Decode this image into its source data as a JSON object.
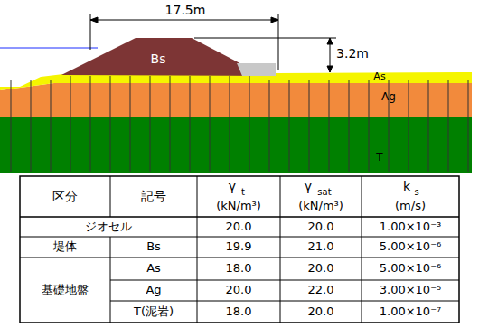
{
  "diagram": {
    "labels": [
      "17.5m",
      "3.2m",
      "Bs",
      "As",
      "Ag",
      "T",
      "区分",
      "記号",
      "γ",
      "t",
      "(kN/m³)",
      "γ",
      "sat",
      "(kN/m³)",
      "k",
      "s",
      "(m/s)",
      "ジオセル",
      "20.0",
      "20.0",
      "1.00×10⁻³",
      "堤体",
      "Bs",
      "19.9",
      "21.0",
      "5.00×10⁻⁶",
      "基礎地盤",
      "As",
      "18.0",
      "20.0",
      "5.00×10⁻⁶",
      "Ag",
      "20.0",
      "22.0",
      "3.00×10⁻⁵",
      "T(泥岩)",
      "18.0",
      "20.0",
      "1.00×10⁻⁷"
    ]
  }
}
